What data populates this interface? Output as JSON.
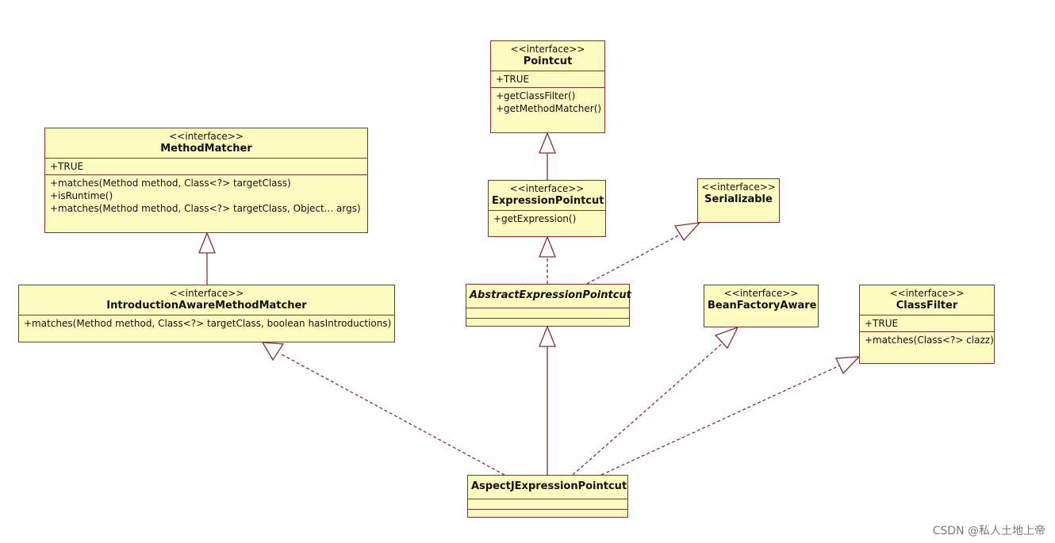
{
  "stereotype": "<<interface>>",
  "classes": {
    "pointcut": {
      "name": "Pointcut",
      "fields": [
        "+TRUE"
      ],
      "methods": [
        "+getClassFilter()",
        "+getMethodMatcher()"
      ]
    },
    "method_matcher": {
      "name": "MethodMatcher",
      "fields": [
        "+TRUE"
      ],
      "methods": [
        "+matches(Method method, Class<?> targetClass)",
        "+isRuntime()",
        "+matches(Method method, Class<?> targetClass, Object... args)"
      ]
    },
    "expression_pointcut": {
      "name": "ExpressionPointcut",
      "methods": [
        "+getExpression()"
      ]
    },
    "serializable": {
      "name": "Serializable"
    },
    "introduction_aware": {
      "name": "IntroductionAwareMethodMatcher",
      "methods": [
        "+matches(Method method, Class<?> targetClass, boolean hasIntroductions)"
      ]
    },
    "abstract_expression_pointcut": {
      "name": "AbstractExpressionPointcut"
    },
    "bean_factory_aware": {
      "name": "BeanFactoryAware"
    },
    "class_filter": {
      "name": "ClassFilter",
      "fields": [
        "+TRUE"
      ],
      "methods": [
        "+matches(Class<?> clazz)"
      ]
    },
    "aspectj_expression_pointcut": {
      "name": "AspectJExpressionPointcut"
    }
  },
  "watermark": "CSDN @私人土地上帝"
}
